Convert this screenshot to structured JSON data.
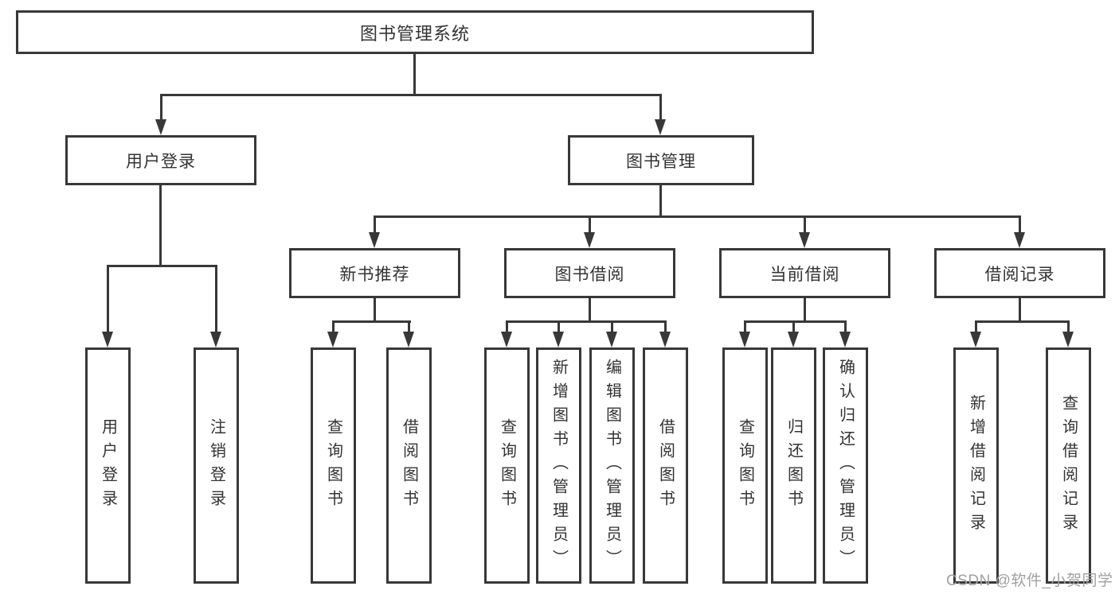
{
  "diagram_title": "图书管理系统",
  "tree": {
    "label": "图书管理系统",
    "children": [
      {
        "label": "用户登录",
        "children": [
          {
            "label": "用户登录"
          },
          {
            "label": "注销登录"
          }
        ]
      },
      {
        "label": "图书管理",
        "children": [
          {
            "label": "新书推荐",
            "children": [
              {
                "label": "查询图书"
              },
              {
                "label": "借阅图书"
              }
            ]
          },
          {
            "label": "图书借阅",
            "children": [
              {
                "label": "查询图书"
              },
              {
                "label": "新增图书（管理员）"
              },
              {
                "label": "编辑图书（管理员）"
              },
              {
                "label": "借阅图书"
              }
            ]
          },
          {
            "label": "当前借阅",
            "children": [
              {
                "label": "查询图书"
              },
              {
                "label": "归还图书"
              },
              {
                "label": "确认归还（管理员）"
              }
            ]
          },
          {
            "label": "借阅记录",
            "children": [
              {
                "label": "新增借阅记录"
              },
              {
                "label": "查询借阅记录"
              }
            ]
          }
        ]
      }
    ]
  },
  "watermark": {
    "text": "CSDN @软件_小贺同学"
  },
  "colors": {
    "line": "#383838",
    "text": "#333333",
    "watermark": "#a0a0a0",
    "background": "#ffffff"
  }
}
